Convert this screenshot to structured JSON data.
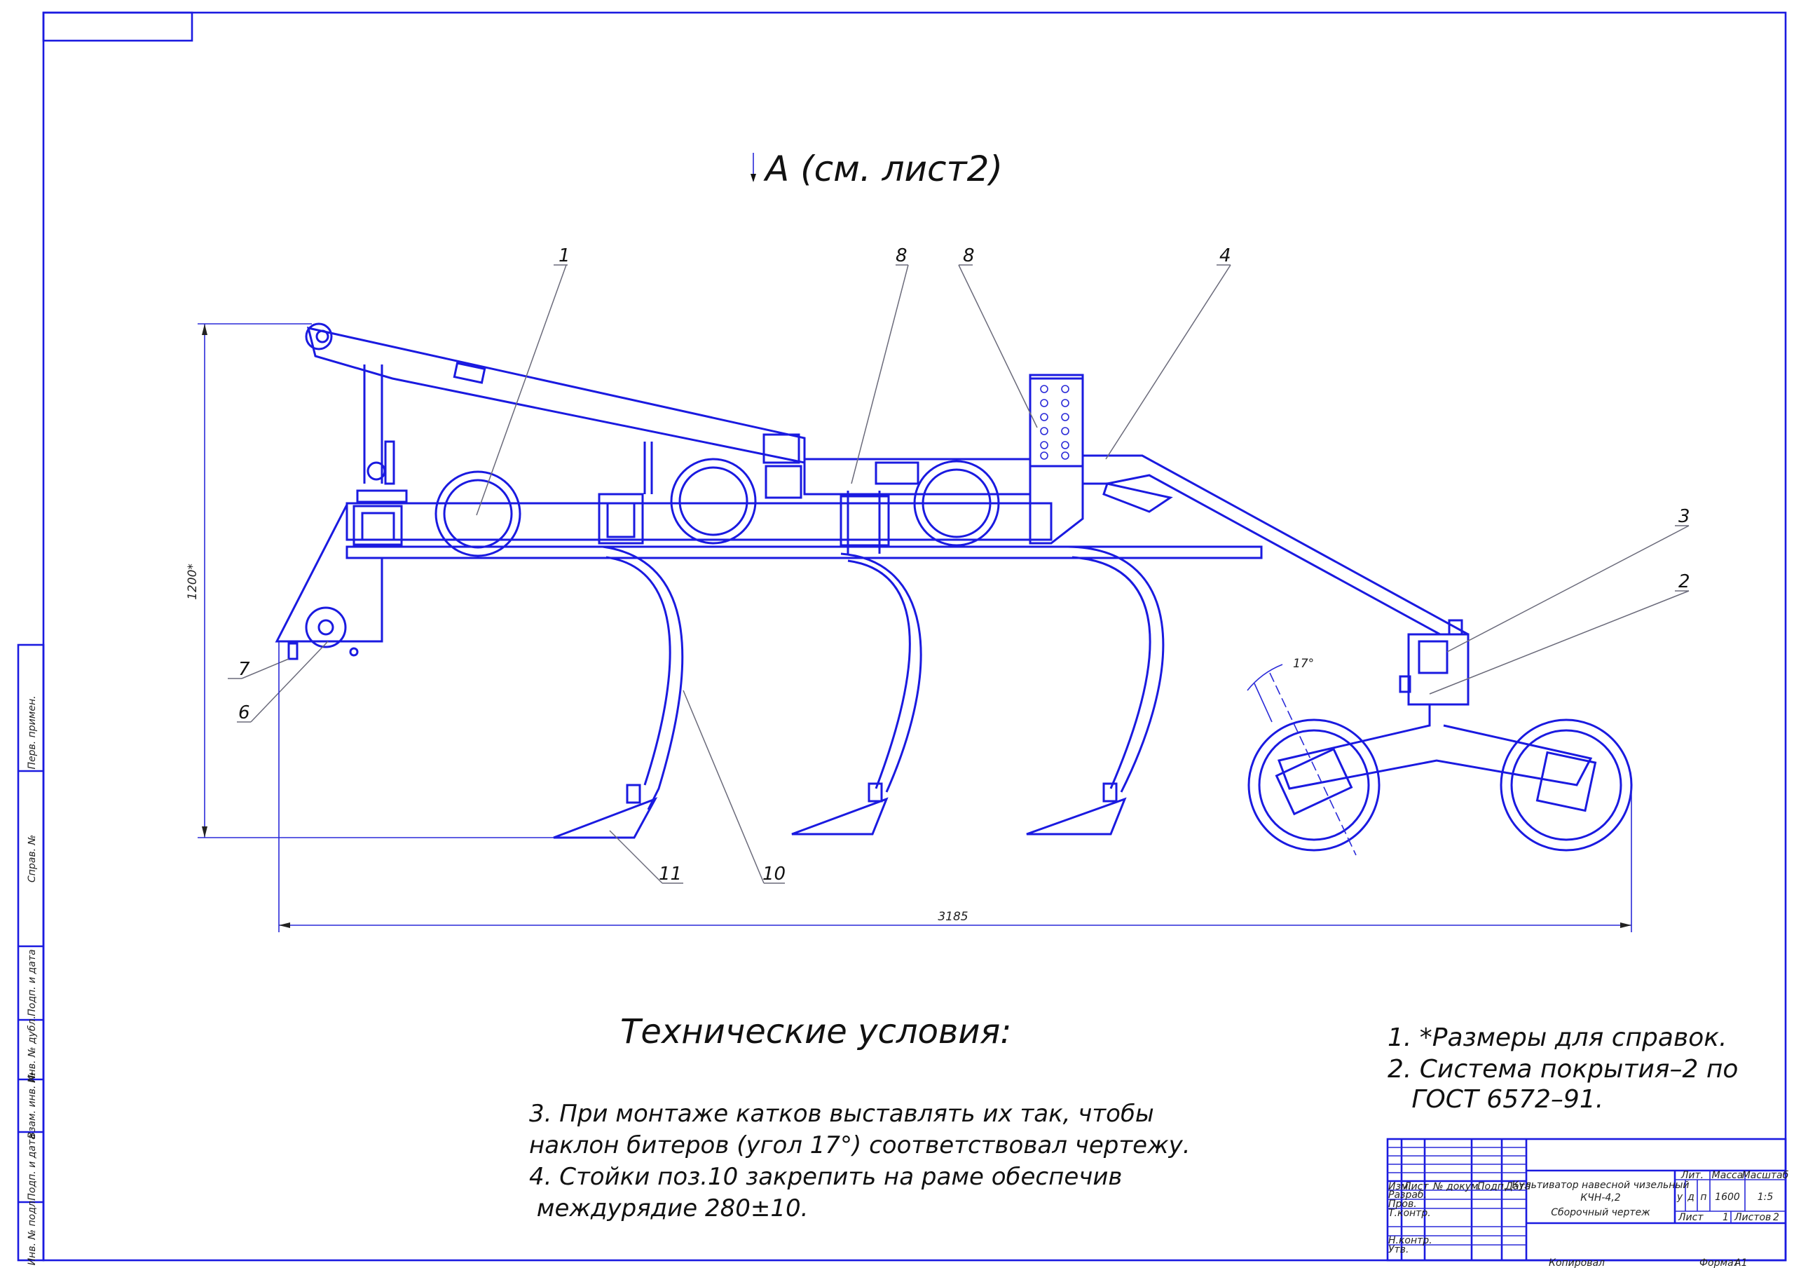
{
  "view_label": "А (см. лист2)",
  "callouts": [
    "1",
    "8",
    "8",
    "4",
    "3",
    "2",
    "7",
    "6",
    "11",
    "10"
  ],
  "dimensions": {
    "height": "1200*",
    "length": "3185",
    "angle": "17°"
  },
  "tech_title": "Технические условия:",
  "notes_left": [
    "3. При монтаже катков выставлять их так, чтобы",
    "наклон битеров (угол 17°) соответствовал чертежу.",
    "4. Стойки поз.10 закрепить на раме обеспечив",
    " междурядие 280±10."
  ],
  "notes_right": [
    "1. *Размеры для справок.",
    "2. Система покрытия–2 по",
    "   ГОСТ 6572–91."
  ],
  "side_stamp": [
    "Перв. примен.",
    "Справ. №",
    "Подп. и дата",
    "Инв. № дубл.",
    "Взам. инв. №",
    "Подп. и дата",
    "Инв. № подл."
  ],
  "title_block": {
    "col_headers": [
      "Изм.",
      "Лист",
      "№ докум.",
      "Подп.",
      "Дата"
    ],
    "rows": [
      "Разраб.",
      "Пров.",
      "Т.контр.",
      "",
      "Н.контр.",
      "Утв."
    ],
    "name_line1": "Культиватор навесной чизельный",
    "name_line2": "КЧН-4,2",
    "name_line3": "Сборочный чертеж",
    "lit_label": "Лит.",
    "mass_label": "Масса",
    "scale_label": "Масштаб",
    "lit_letters": [
      "у",
      "д",
      "п"
    ],
    "mass": "1600",
    "scale": "1:5",
    "sheet_label": "Лист",
    "sheet": "1",
    "sheets_label": "Листов",
    "sheets": "2",
    "copied": "Копировал",
    "format_label": "Формат",
    "format": "А1"
  }
}
